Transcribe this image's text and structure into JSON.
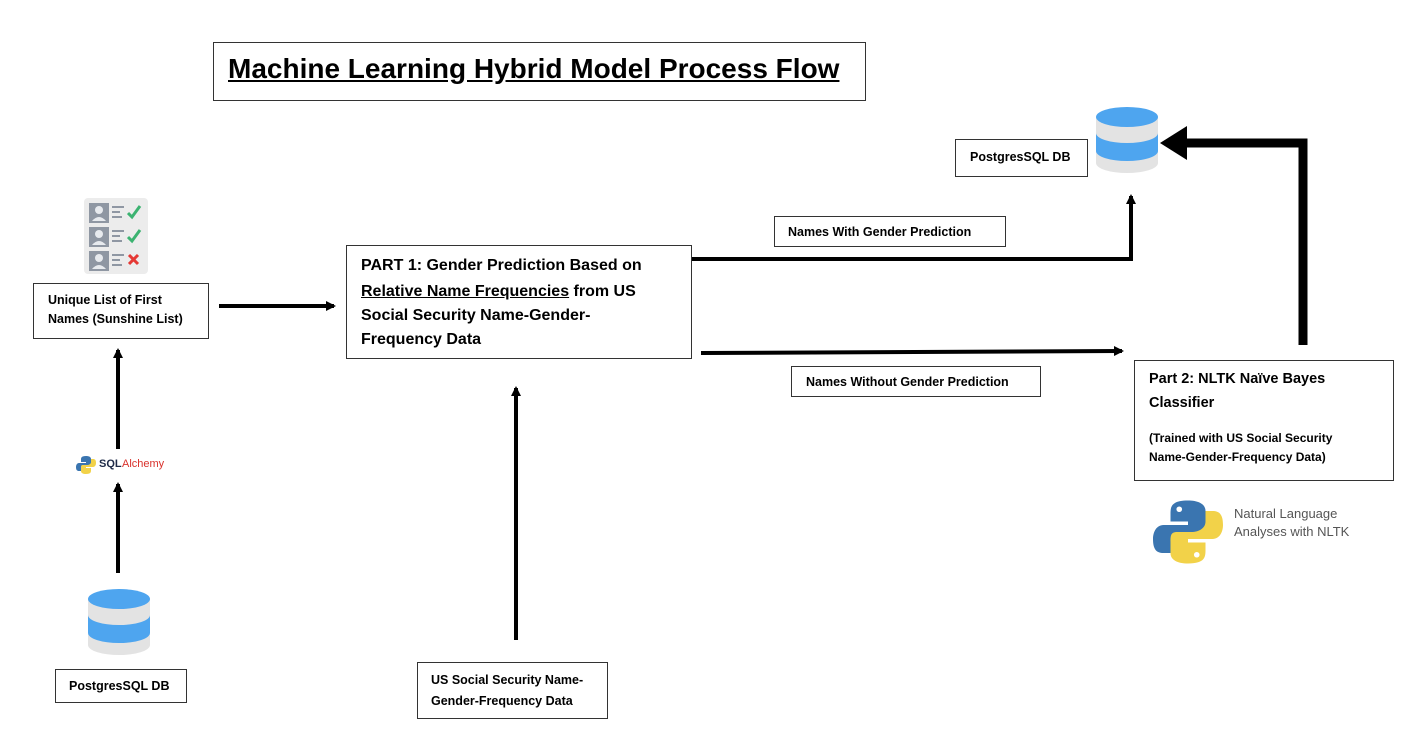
{
  "title": "Machine Learning Hybrid Model Process Flow",
  "nodes": {
    "postgres_db_top": "PostgresSQL DB",
    "postgres_db_bottom": "PostgresSQL DB",
    "unique_names_line1": "Unique List of First",
    "unique_names_line2": "Names (Sunshine List)",
    "part1_line1": "PART 1: Gender Prediction Based on",
    "part1_underlined": "Relative Name Frequencies",
    "part1_line2_rest": " from US",
    "part1_line3": "Social Security Name-Gender-",
    "part1_line4": "Frequency Data",
    "ssa_line1": "US Social Security Name-",
    "ssa_line2": "Gender-Frequency  Data",
    "part2_line1": "Part 2: NLTK Naïve Bayes",
    "part2_line2": "Classifier",
    "part2_note1": "(Trained with  US Social Security",
    "part2_note2": "Name-Gender-Frequency  Data)"
  },
  "edge_labels": {
    "with_gender": "Names With Gender Prediction",
    "without_gender": "Names Without Gender Prediction"
  },
  "logos": {
    "sqlalchemy_sql": "SQL",
    "sqlalchemy_alchemy": "Alchemy",
    "nltk_line1": "Natural Language",
    "nltk_line2": "Analyses with NLTK"
  },
  "icons": {
    "db": "database-icon",
    "checklist": "checklist-icon",
    "python": "python-logo-icon"
  },
  "colors": {
    "db_blue": "#4ea5ef",
    "db_grey": "#e3e3e3",
    "check_green": "#3cb371",
    "cross_red": "#e53935",
    "sqlalchemy_red": "#d9312b",
    "python_blue": "#3a75b0",
    "python_yellow": "#f2d249"
  }
}
